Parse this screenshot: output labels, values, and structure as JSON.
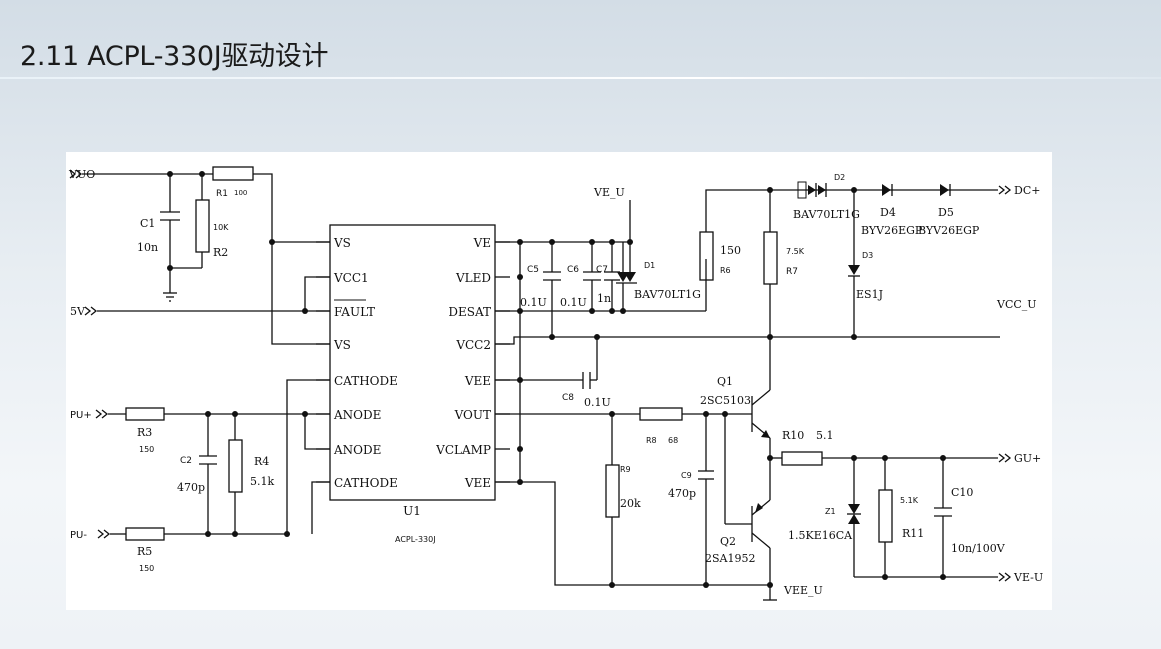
{
  "slide_title": "2.11 ACPL-330J驱动设计",
  "schematic": {
    "ports": {
      "vuo": "VUO",
      "v5": "5V",
      "pu_plus": "PU+",
      "pu_minus": "PU-",
      "dc_plus": "DC+",
      "vcc_u": "VCC_U",
      "gu_plus": "GU+",
      "ve_u_out": "VE-U",
      "ve_u_top": "VE_U",
      "vee_u": "VEE_U"
    },
    "chip": {
      "ref": "U1",
      "part": "ACPL-330J",
      "left_pins": [
        "VS",
        "VCC1",
        "FAULT",
        "VS",
        "CATHODE",
        "ANODE",
        "ANODE",
        "CATHODE"
      ],
      "right_pins": [
        "VE",
        "VLED",
        "DESAT",
        "VCC2",
        "VEE",
        "VOUT",
        "VCLAMP",
        "VEE"
      ]
    },
    "parts": {
      "r1_ref": "R1",
      "r1_val": "100",
      "r2_ref": "R2",
      "r2_val": "10K",
      "c1_ref": "C1",
      "c1_val": "10n",
      "r3_ref": "R3",
      "r3_val": "150",
      "r5_ref": "R5",
      "r5_val": "150",
      "c2_ref": "C2",
      "c2_val": "470p",
      "r4_ref": "R4",
      "r4_val": "5.1k",
      "c5_ref": "C5",
      "c5_val": "0.1U",
      "c6_ref": "C6",
      "c6_val": "0.1U",
      "c7_ref": "C7",
      "c7_val": "1n",
      "d1_ref": "D1",
      "d1_part": "BAV70LT1G",
      "c8_ref": "C8",
      "c8_val": "0.1U",
      "r6_ref": "R6",
      "r6_val": "150",
      "r7_ref": "R7",
      "r7_val": "7.5K",
      "d2_ref": "D2",
      "d2_part": "BAV70LT1G",
      "d3_ref": "D3",
      "d3_part": "ES1J",
      "d4_ref": "D4",
      "d4_part": "BYV26EGP",
      "d5_ref": "D5",
      "d5_part": "BYV26EGP",
      "q1_ref": "Q1",
      "q1_part": "2SC5103",
      "q2_ref": "Q2",
      "q2_part": "2SA1952",
      "r8_ref": "R8",
      "r8_val": "68",
      "r9_ref": "R9",
      "r9_val": "20k",
      "c9_ref": "C9",
      "c9_val": "470p",
      "r10_ref": "R10",
      "r10_val": "5.1",
      "z1_ref": "Z1",
      "z1_part": "1.5KE16CA",
      "r11_ref": "R11",
      "r11_val": "5.1K",
      "c10_ref": "C10",
      "c10_val": "10n/100V"
    }
  }
}
